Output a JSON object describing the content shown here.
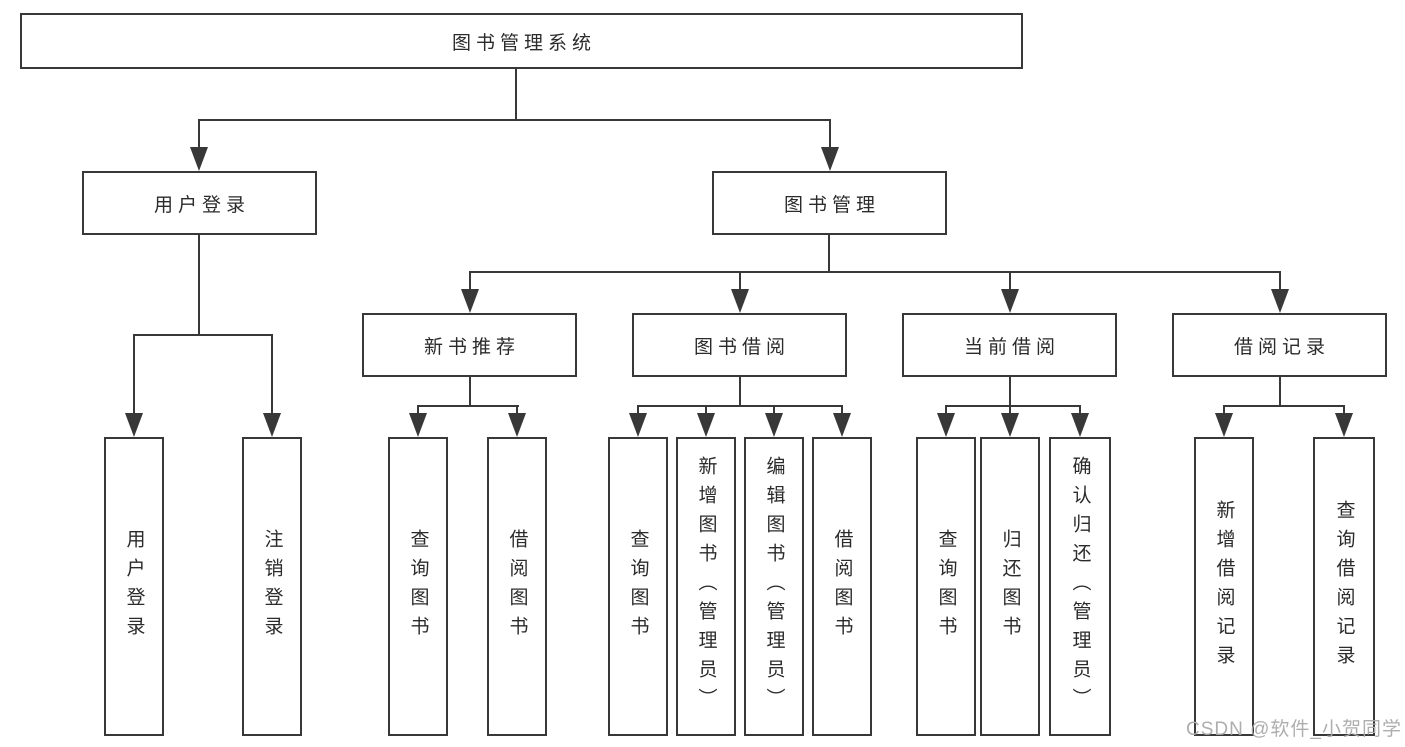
{
  "tree": {
    "root": {
      "label": "图书管理系统"
    },
    "children": [
      {
        "label": "用户登录",
        "children": [
          {
            "label": "用户登录"
          },
          {
            "label": "注销登录"
          }
        ]
      },
      {
        "label": "图书管理",
        "children": [
          {
            "label": "新书推荐",
            "children": [
              {
                "label": "查询图书"
              },
              {
                "label": "借阅图书"
              }
            ]
          },
          {
            "label": "图书借阅",
            "children": [
              {
                "label": "查询图书"
              },
              {
                "label": "新增图书（管理员）"
              },
              {
                "label": "编辑图书（管理员）"
              },
              {
                "label": "借阅图书"
              }
            ]
          },
          {
            "label": "当前借阅",
            "children": [
              {
                "label": "查询图书"
              },
              {
                "label": "归还图书"
              },
              {
                "label": "确认归还（管理员）"
              }
            ]
          },
          {
            "label": "借阅记录",
            "children": [
              {
                "label": "新增借阅记录"
              },
              {
                "label": "查询借阅记录"
              }
            ]
          }
        ]
      }
    ]
  },
  "watermark": {
    "text": "CSDN @软件_小贺同学"
  },
  "colors": {
    "line": "#383838",
    "text": "#2b2b2b",
    "background": "#ffffff",
    "watermark": "#aaaaaa"
  }
}
